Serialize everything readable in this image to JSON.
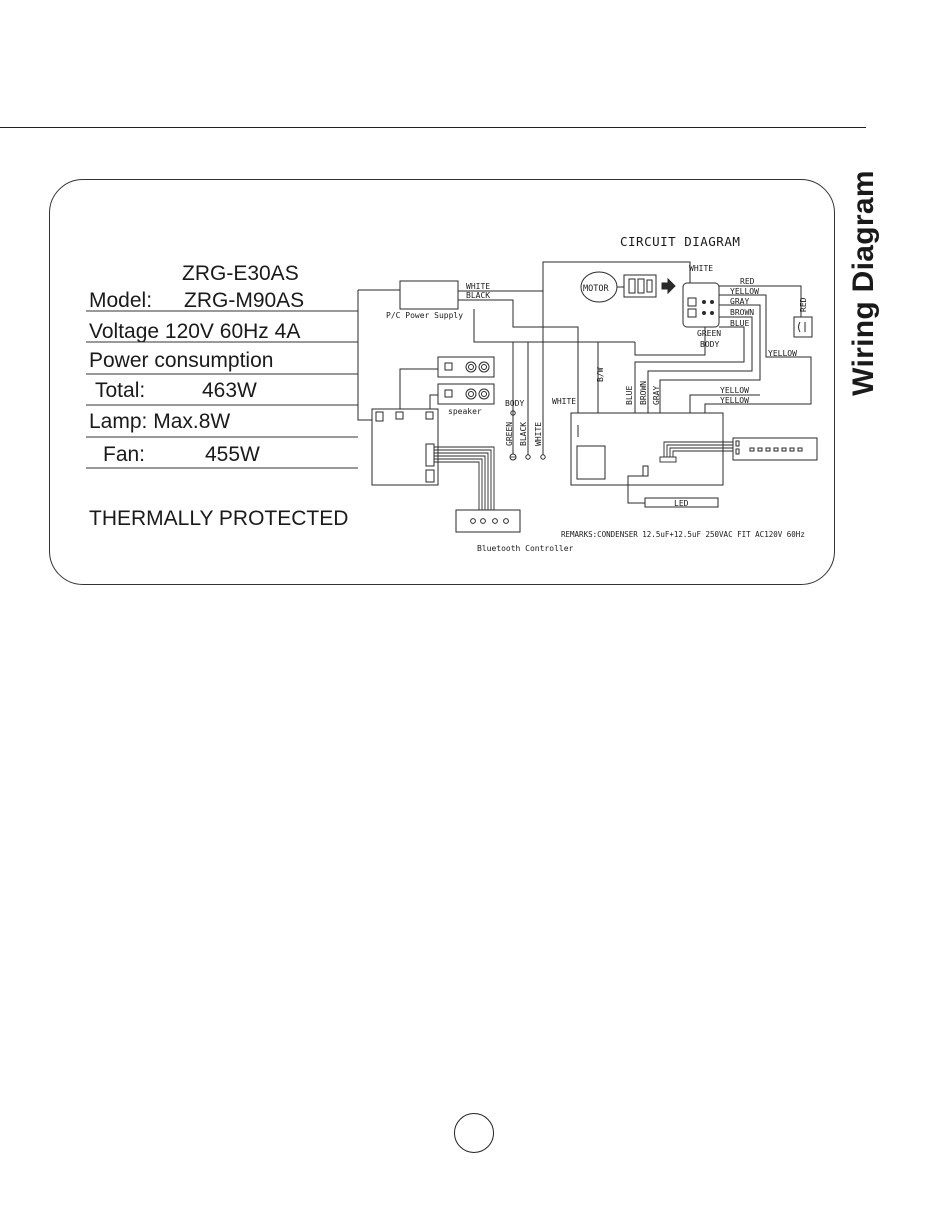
{
  "page": {
    "side_title": "Wiring Diagram"
  },
  "specs": {
    "model_label": "Model:",
    "model_1": "ZRG-E30AS",
    "model_2": "ZRG-M90AS",
    "voltage": "Voltage  120V   60Hz  4A",
    "power_consumption": "Power consumption",
    "total_label": "Total:",
    "total_value": "463W",
    "lamp": "Lamp:  Max.8W",
    "fan_label": "Fan:",
    "fan_value": "455W",
    "thermal": "THERMALLY PROTECTED"
  },
  "circuit": {
    "title": "CIRCUIT  DIAGRAM",
    "motor": "MOTOR",
    "pc_supply": "P/C Power Supply",
    "speaker": "speaker",
    "bluetooth": "Bluetooth Controller",
    "led": "LED",
    "remarks": "REMARKS:CONDENSER 12.5uF+12.5uF   250VAC FIT AC120V 60Hz",
    "body_top": "BODY",
    "body_bottom": "BODY",
    "wires": {
      "white_top": "WHITE",
      "black_top": "BLACK",
      "white_motor": "WHITE",
      "red": "RED",
      "yellow": "YELLOW",
      "gray": "GRAY",
      "brown": "BROWN",
      "blue": "BLUE",
      "green": "GREEN",
      "red_vertical": "RED",
      "yellow_right": "YELLOW",
      "green_vertical": "GREEN",
      "black_vertical": "BLACK",
      "white_vertical": "WHITE",
      "white_mid": "WHITE",
      "bw_vertical": "B/W",
      "blue_vertical": "BLUE",
      "brown_vertical": "BROWN",
      "gray_vertical": "GRAY",
      "yellow_h1": "YELLOW",
      "yellow_h2": "YELLOW"
    }
  }
}
